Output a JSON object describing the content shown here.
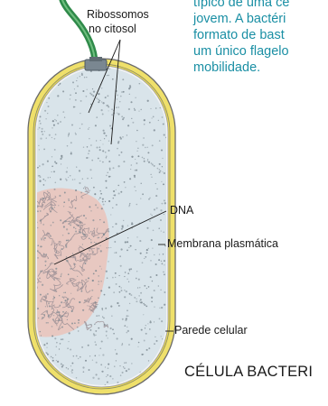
{
  "caption": {
    "lines": [
      "típico de uma cé",
      "jovem. A bactéri",
      "formato de bast",
      "um único flagelo",
      "mobilidade."
    ]
  },
  "labels": {
    "ribosomes_line1": "Ribossomos",
    "ribosomes_line2": "no citosol",
    "dna": "DNA",
    "membrane": "Membrana plasmática",
    "cell_wall": "Parede celular"
  },
  "title": "CÉLULA BACTERI",
  "colors": {
    "caption": "#1a8fa4",
    "flagellum": "#2f8a4a",
    "cell_wall": "#efe06a",
    "wall_outline": "#6b6b6b",
    "cytosol": "#d9e4ea",
    "nucleoid": "#e9c6bf",
    "membrane": "#f3f3f3"
  }
}
